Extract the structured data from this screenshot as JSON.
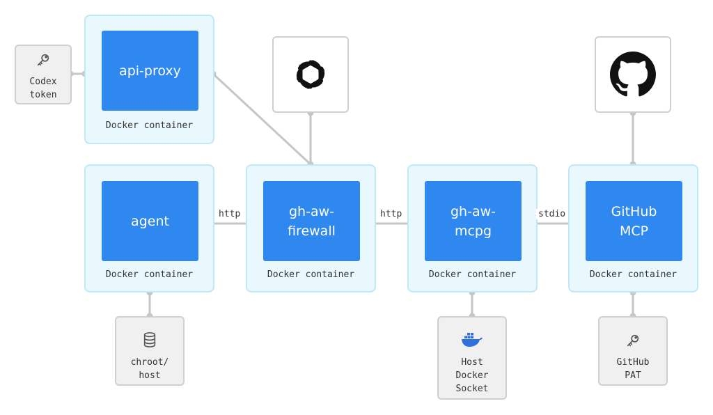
{
  "containers": {
    "api_proxy": {
      "service": "api-proxy",
      "caption": "Docker container"
    },
    "agent": {
      "service": "agent",
      "caption": "Docker container"
    },
    "firewall": {
      "service": "gh-aw-\nfirewall",
      "caption": "Docker container"
    },
    "mcpg": {
      "service": "gh-aw-\nmcpg",
      "caption": "Docker container"
    },
    "github_mcp": {
      "service": "GitHub\nMCP",
      "caption": "Docker container"
    }
  },
  "resources": {
    "codex_token": {
      "label": "Codex\ntoken",
      "icon": "key-icon"
    },
    "chroot_host": {
      "label": "chroot/\nhost",
      "icon": "database-icon"
    },
    "host_docker_socket": {
      "label": "Host\nDocker\nSocket",
      "icon": "docker-whale-icon"
    },
    "github_pat": {
      "label": "GitHub\nPAT",
      "icon": "key-icon"
    }
  },
  "logos": {
    "openai": {
      "icon": "openai-logo-icon"
    },
    "github": {
      "icon": "github-logo-icon"
    }
  },
  "edges": {
    "agent_firewall": "http",
    "firewall_mcpg": "http",
    "mcpg_github": "stdio"
  },
  "colors": {
    "service_fill": "#2f87f0",
    "container_fill": "#e9f8fc",
    "container_border": "#bfe9f5",
    "connector": "#c6c6c6",
    "docker_blue": "#2f6fe0"
  }
}
